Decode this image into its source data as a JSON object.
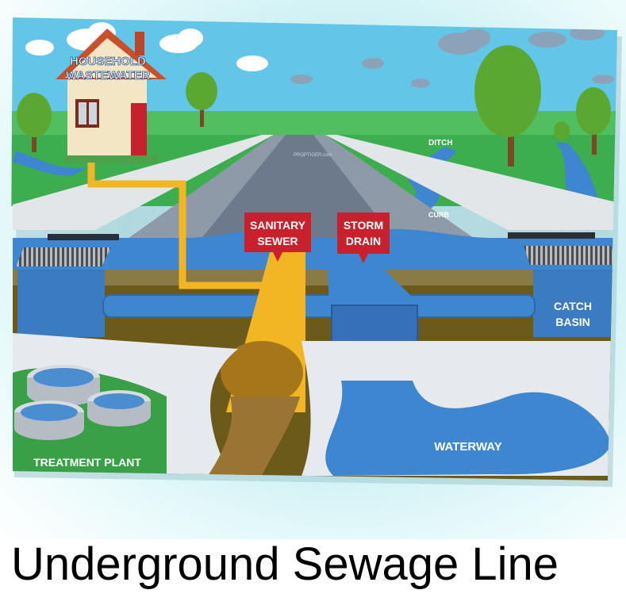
{
  "diagram": {
    "labels": {
      "household": [
        "HOUSEHOLD",
        "WASTEWATER"
      ],
      "ditch": "DITCH",
      "curb": "CURB",
      "sanitary_sewer": [
        "SANITARY",
        "SEWER"
      ],
      "storm_drain": [
        "STORM",
        "DRAIN"
      ],
      "catch_basin": [
        "CATCH",
        "BASIN"
      ],
      "waterway": "WATERWAY",
      "treatment_plant": "TREATMENT PLANT",
      "watermark": "PROPTIGER.com"
    },
    "colors": {
      "sky": "#63c6e8",
      "grass": "#3cae4f",
      "water": "#3e86d0",
      "sewer_pipe": "#f2b523",
      "red_label": "#c8202c"
    }
  },
  "caption": "Underground Sewage Line"
}
